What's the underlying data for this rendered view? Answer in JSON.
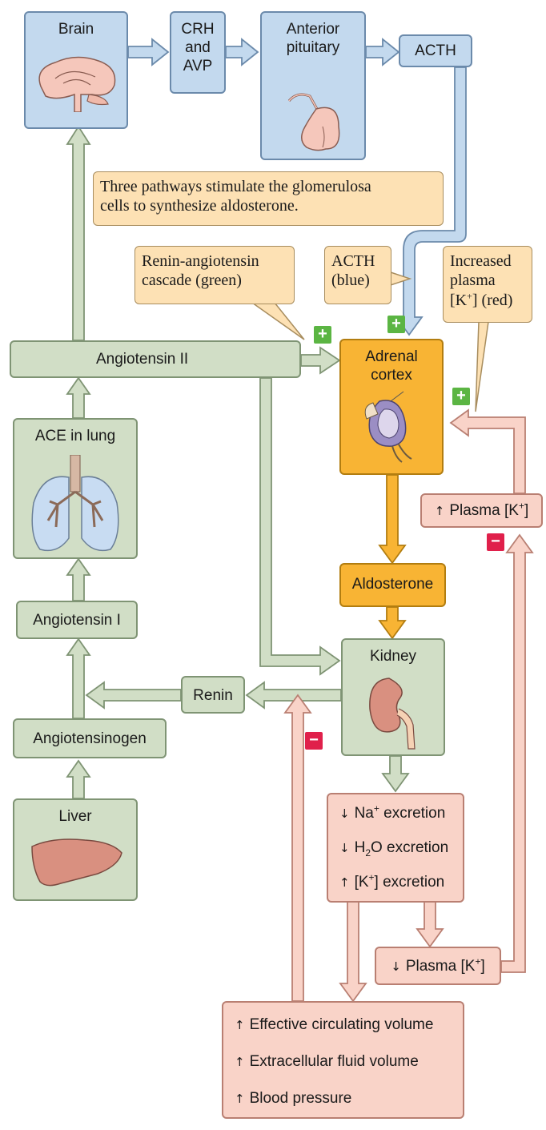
{
  "nodes": {
    "brain": "Brain",
    "crh_line1": "CRH",
    "crh_line2": "and",
    "crh_line3": "AVP",
    "anterior_line1": "Anterior",
    "anterior_line2": "pituitary",
    "acth": "ACTH",
    "angiotensin_ii": "Angiotensin II",
    "ace_in_lung": "ACE in lung",
    "angiotensin_i": "Angiotensin I",
    "angiotensinogen": "Angiotensinogen",
    "liver": "Liver",
    "renin": "Renin",
    "adrenal_line1": "Adrenal",
    "adrenal_line2": "cortex",
    "aldosterone": "Aldosterone",
    "kidney": "Kidney",
    "plasma_k_up": "Plasma [K",
    "plasma_k_down": "Plasma [K"
  },
  "kidney_effects": {
    "na_prefix": "Na",
    "na_suffix": "excretion",
    "h2o_prefix": "H",
    "h2o_suffix": "O excretion",
    "k_prefix": "[K",
    "k_suffix": "] excretion"
  },
  "volume_effects": {
    "line1": "Effective circulating volume",
    "line2": "Extracellular fluid volume",
    "line3": "Blood pressure"
  },
  "notes": {
    "three_pathways_line1": "Three pathways stimulate the glomerulosa",
    "three_pathways_line2": "cells to synthesize aldosterone.",
    "renin_cascade_line1": "Renin-angiotensin",
    "renin_cascade_line2": "cascade (green)",
    "acth_blue_line1": "ACTH",
    "acth_blue_line2": "(blue)",
    "increased_line1": "Increased",
    "increased_line2": "plasma",
    "increased_line3_prefix": "[K",
    "increased_line3_suffix": "] (red)"
  },
  "symbols": {
    "plus": "+",
    "minus": "−",
    "superscript_plus": "+",
    "subscript_two": "2",
    "bracket_close": "]",
    "up_arrow": "↑",
    "down_arrow": "↓"
  },
  "colors": {
    "blue_box": "#c3d9ee",
    "green_box": "#d1dec6",
    "orange_box": "#f8b434",
    "pink_box": "#f9d3c8",
    "note_box": "#fde1b4",
    "plus_sign": "#5bb543",
    "minus_sign": "#e0204b"
  }
}
